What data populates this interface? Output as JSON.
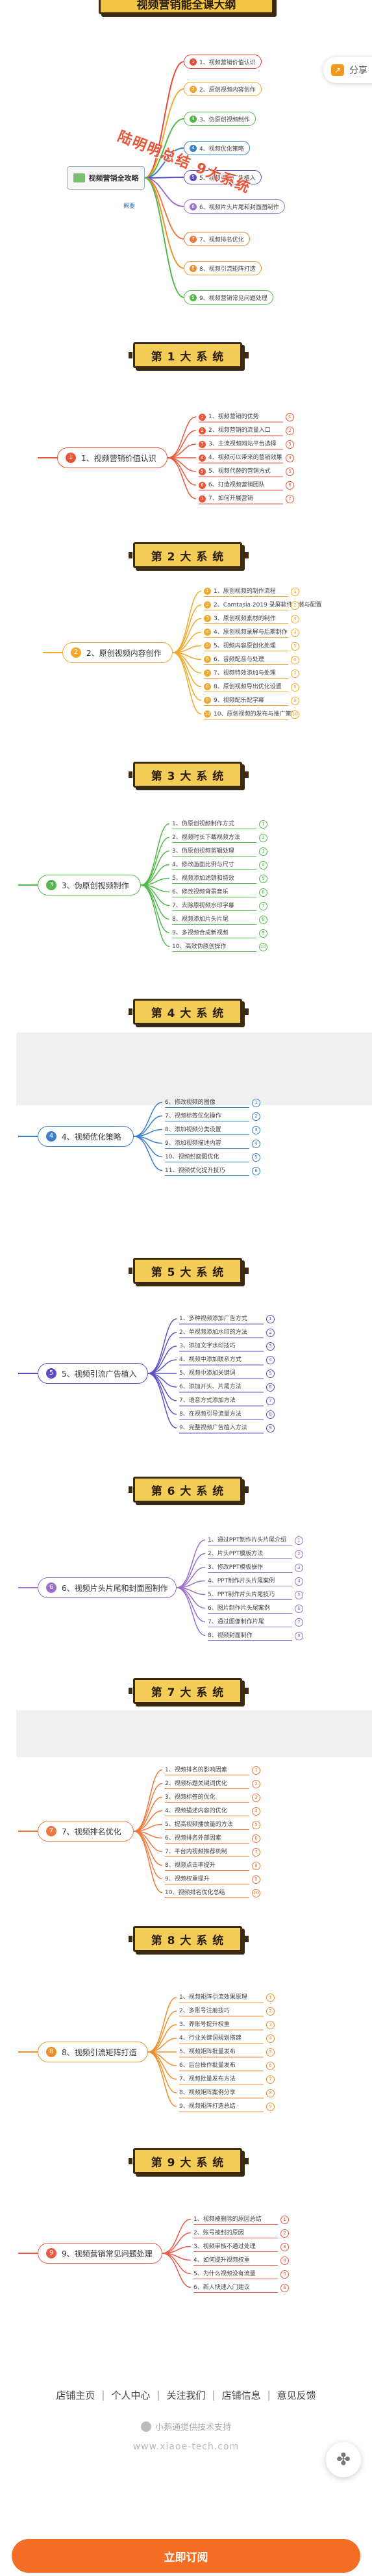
{
  "header": {
    "title": "视频营销能全课大纲",
    "share_label": "分享"
  },
  "overview": {
    "center_label": "视频营销全攻略",
    "sub_label": "概要",
    "stamp": "陆明明总结 9大系统",
    "branches": [
      "1、视频营销价值认识",
      "2、原创视频内容创作",
      "3、伪原创视频制作",
      "4、视频优化策略",
      "5、视频引流广告植入",
      "6、视频片头片尾和封面图制作",
      "7、视频排名优化",
      "8、视频引流矩阵打造",
      "9、视频营销常见问题处理"
    ]
  },
  "sections": [
    {
      "banner": "第 1 大 系 统",
      "root": "1、视频营销价值认识",
      "leaves": [
        "1、视频营销的优势",
        "2、视频营销的流量入口",
        "3、主流视频网站平台选择",
        "4、视频可以带来的营销效果",
        "5、视频代替的营销方式",
        "6、打造视频营销团队",
        "7、如何开展营销"
      ]
    },
    {
      "banner": "第 2 大 系 统",
      "root": "2、原创视频内容创作",
      "leaves": [
        "1、原创视频的制作流程",
        "2、Camtasia 2019 录屏软件安装与配置",
        "3、原创视频素材的制作",
        "4、原创视频录屏与后期制作",
        "5、视频内容原创化处理",
        "6、音频配音与处理",
        "7、视频特效添加与处理",
        "8、原创视频导出优化设置",
        "9、视频配乐配字幕",
        "10、原创视频的发布与推广策略"
      ]
    },
    {
      "banner": "第 3 大 系 统",
      "root": "3、伪原创视频制作",
      "leaves": [
        "1、伪原创视频制作方式",
        "2、视频时长下载视频方法",
        "3、伪原创视频剪辑处理",
        "4、修改画面比例与尺寸",
        "5、视频添加滤镜和特效",
        "6、修改视频背景音乐",
        "7、去除原视频水印字幕",
        "8、视频添加片头片尾",
        "9、多视频合成新视频",
        "10、高效伪原创操作"
      ]
    },
    {
      "banner": "第 4 大 系 统",
      "root": "4、视频优化策略",
      "leaves": [
        "6、修改视频的图像",
        "7、视频标签优化操作",
        "8、添加视频分类设置",
        "9、添加视频描述内容",
        "10、视频封面图优化",
        "11、视频优化提升技巧"
      ]
    },
    {
      "banner": "第 5 大 系 统",
      "root": "5、视频引流广告植入",
      "leaves": [
        "1、多种视频添加广告方式",
        "2、单视频添加水印的方法",
        "3、添加文字水印技巧",
        "4、视频中添加联系方式",
        "5、视频中添加关键词",
        "6、添加开头、片尾方法",
        "7、语音方式添加方法",
        "8、在视频引导流量方法",
        "9、完整视频广告植入方法"
      ]
    },
    {
      "banner": "第 6 大 系 统",
      "root": "6、视频片头片尾和封面图制作",
      "leaves": [
        "1、通过PPT制作片头片尾介绍",
        "2、片头PPT模板方法",
        "3、修改PPT模板操作",
        "4、PPT制作片头片尾案例",
        "5、PPT制作片头片尾技巧",
        "6、图片制作片头尾案例",
        "7、通过图像制作片尾",
        "8、视频封面制作"
      ]
    },
    {
      "banner": "第 7 大 系 统",
      "root": "7、视频排名优化",
      "leaves": [
        "1、视频排名的影响因素",
        "2、视频标题关键词优化",
        "3、视频标签的优化",
        "4、视频描述内容的优化",
        "5、提高视频播放量的方法",
        "6、视频排名外部因素",
        "7、平台内视频推荐机制",
        "8、视频点击率提升",
        "9、视频权重提升",
        "10、视频排名优化总结"
      ]
    },
    {
      "banner": "第 8 大 系 统",
      "root": "8、视频引流矩阵打造",
      "leaves": [
        "1、视频矩阵引流效果原理",
        "2、多账号注册技巧",
        "3、养账号提升权重",
        "4、行业关键词规划搭建",
        "5、视频矩阵批量发布",
        "6、后台操作批量发布",
        "7、视频批量发布方法",
        "8、视频矩阵案例分享",
        "9、视频矩阵打造总结"
      ]
    },
    {
      "banner": "第 9 大 系 统",
      "root": "9、视频营销常见问题处理",
      "leaves": [
        "1、视频被删除的原因总结",
        "2、账号被封的原因",
        "3、视频审核不通过处理",
        "4、如何提升视频权重",
        "5、为什么视频没有流量",
        "6、新人快速入门建议"
      ]
    }
  ],
  "footer": {
    "links": [
      "店铺主页",
      "个人中心",
      "关注我们",
      "店铺信息",
      "意见反馈"
    ],
    "powered": "小鹅通提供技术支持",
    "site": "www.xiaoe-tech.com",
    "buy_button": "立即订阅"
  },
  "colors": {
    "accent_orange": "#f36e24",
    "banner_yellow": "#f4cd58",
    "sec1": "#e8563a",
    "sec2": "#f0a92c",
    "sec3": "#53b84b",
    "sec4": "#3a7fc8",
    "sec5": "#5b4fc4",
    "sec6": "#9a70c8",
    "sec7": "#ec7a3e",
    "sec8": "#f08e2c",
    "sec9": "#e85a48"
  }
}
